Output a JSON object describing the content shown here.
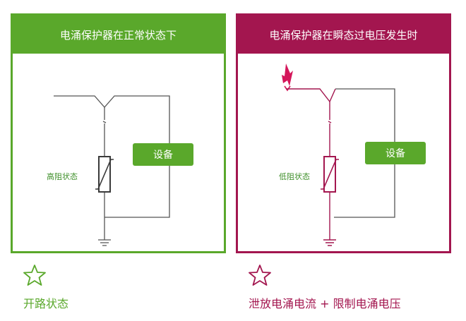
{
  "left_panel": {
    "title": "电涌保护器在正常状态下",
    "device_label": "设备",
    "state_label": "高阻状态",
    "caption": "开路状态",
    "color": "#5aa82b"
  },
  "right_panel": {
    "title": "电涌保护器在瞬态过电压发生时",
    "device_label": "设备",
    "state_label": "低阻状态",
    "caption": "泄放电涌电流 + 限制电涌电压",
    "color": "#a3164f"
  },
  "icons": [
    "star-icon",
    "lightning-icon",
    "ground-icon",
    "varistor-icon"
  ]
}
